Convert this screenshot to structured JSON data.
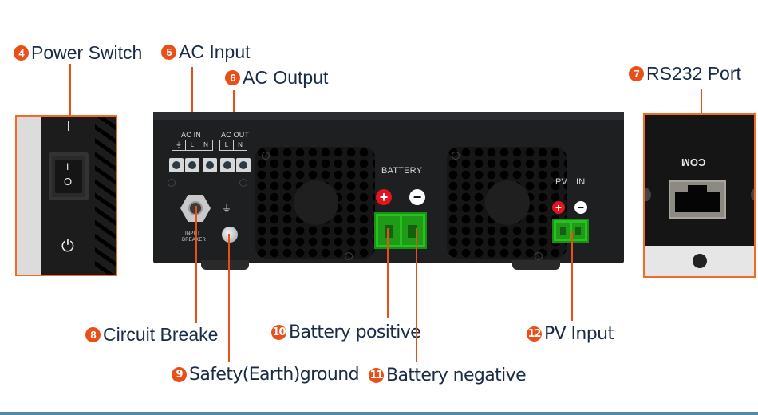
{
  "callouts": [
    {
      "number": "4",
      "label": "Power Switch"
    },
    {
      "number": "5",
      "label": "AC Input"
    },
    {
      "number": "6",
      "label": "AC Output"
    },
    {
      "number": "7",
      "label": "RS232 Port"
    },
    {
      "number": "8",
      "label": "Circuit Breake"
    },
    {
      "number": "9",
      "label": "Safety(Earth)ground"
    },
    {
      "number": "10",
      "label": "Battery positive"
    },
    {
      "number": "11",
      "label": "Battery negative"
    },
    {
      "number": "12",
      "label": "PV Input"
    }
  ],
  "device": {
    "ac_in_label": "AC IN",
    "ac_out_label": "AC OUT",
    "ac_in_terminals": [
      "⏚",
      "L",
      "N"
    ],
    "ac_out_terminals": [
      "L",
      "N"
    ],
    "breaker_label_line1": "INPUT",
    "breaker_label_line2": "BREAKER",
    "battery_label": "BATTERY",
    "pv_label": "PV",
    "in_label": "IN",
    "plus_symbol": "+",
    "minus_symbol": "−",
    "earth_symbol": "⏚"
  },
  "switch_inset": {
    "on_mark": "I",
    "off_mark": "O",
    "power_symbol": "⏻"
  },
  "rs232_inset": {
    "port_label": "COM"
  },
  "colors": {
    "accent": "#e8501a",
    "text": "#1a2b45",
    "terminal_green": "#27c21f",
    "positive_red": "#e3141b",
    "rule_blue": "#4f8aa8"
  }
}
